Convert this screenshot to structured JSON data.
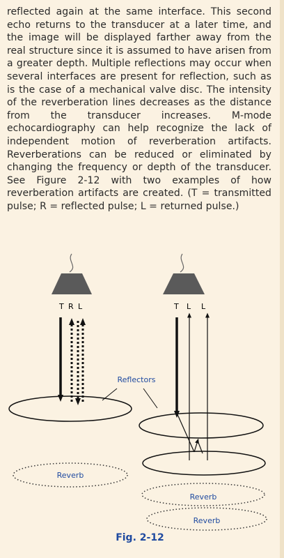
{
  "body_text": "reflected again at the same interface. This second echo returns to the transducer at a later time, and the image will be displayed farther away from the real structure since it is assumed to have arisen from a greater depth. Multiple reflections may occur when several interfaces are present for reflection, such as is the case of a mechanical valve disc. The intensity of the reverberation lines decreases as the distance from the transducer increases. M-mode echocardiography can help recognize the lack of independent motion of reverberation artifacts. Reverberations can be reduced or eliminated by changing the frequency or depth of the transducer. See Figure 2-12 with two examples of how reverberation artifacts are created. (T = transmitted pulse; R = reflected pulse; L = returned pulse.)",
  "figure": {
    "left_labels": [
      "T",
      "R",
      "L"
    ],
    "right_labels": [
      "T",
      "L",
      "L"
    ],
    "reflectors_label": "Reflectors",
    "reverb_left": "Reverb",
    "reverb_right_1": "Reverb",
    "reverb_right_2": "Reverb",
    "caption": "Fig. 2-12",
    "caption_color": "#1f4aa0",
    "transducer_color": "#5a5a5a"
  }
}
